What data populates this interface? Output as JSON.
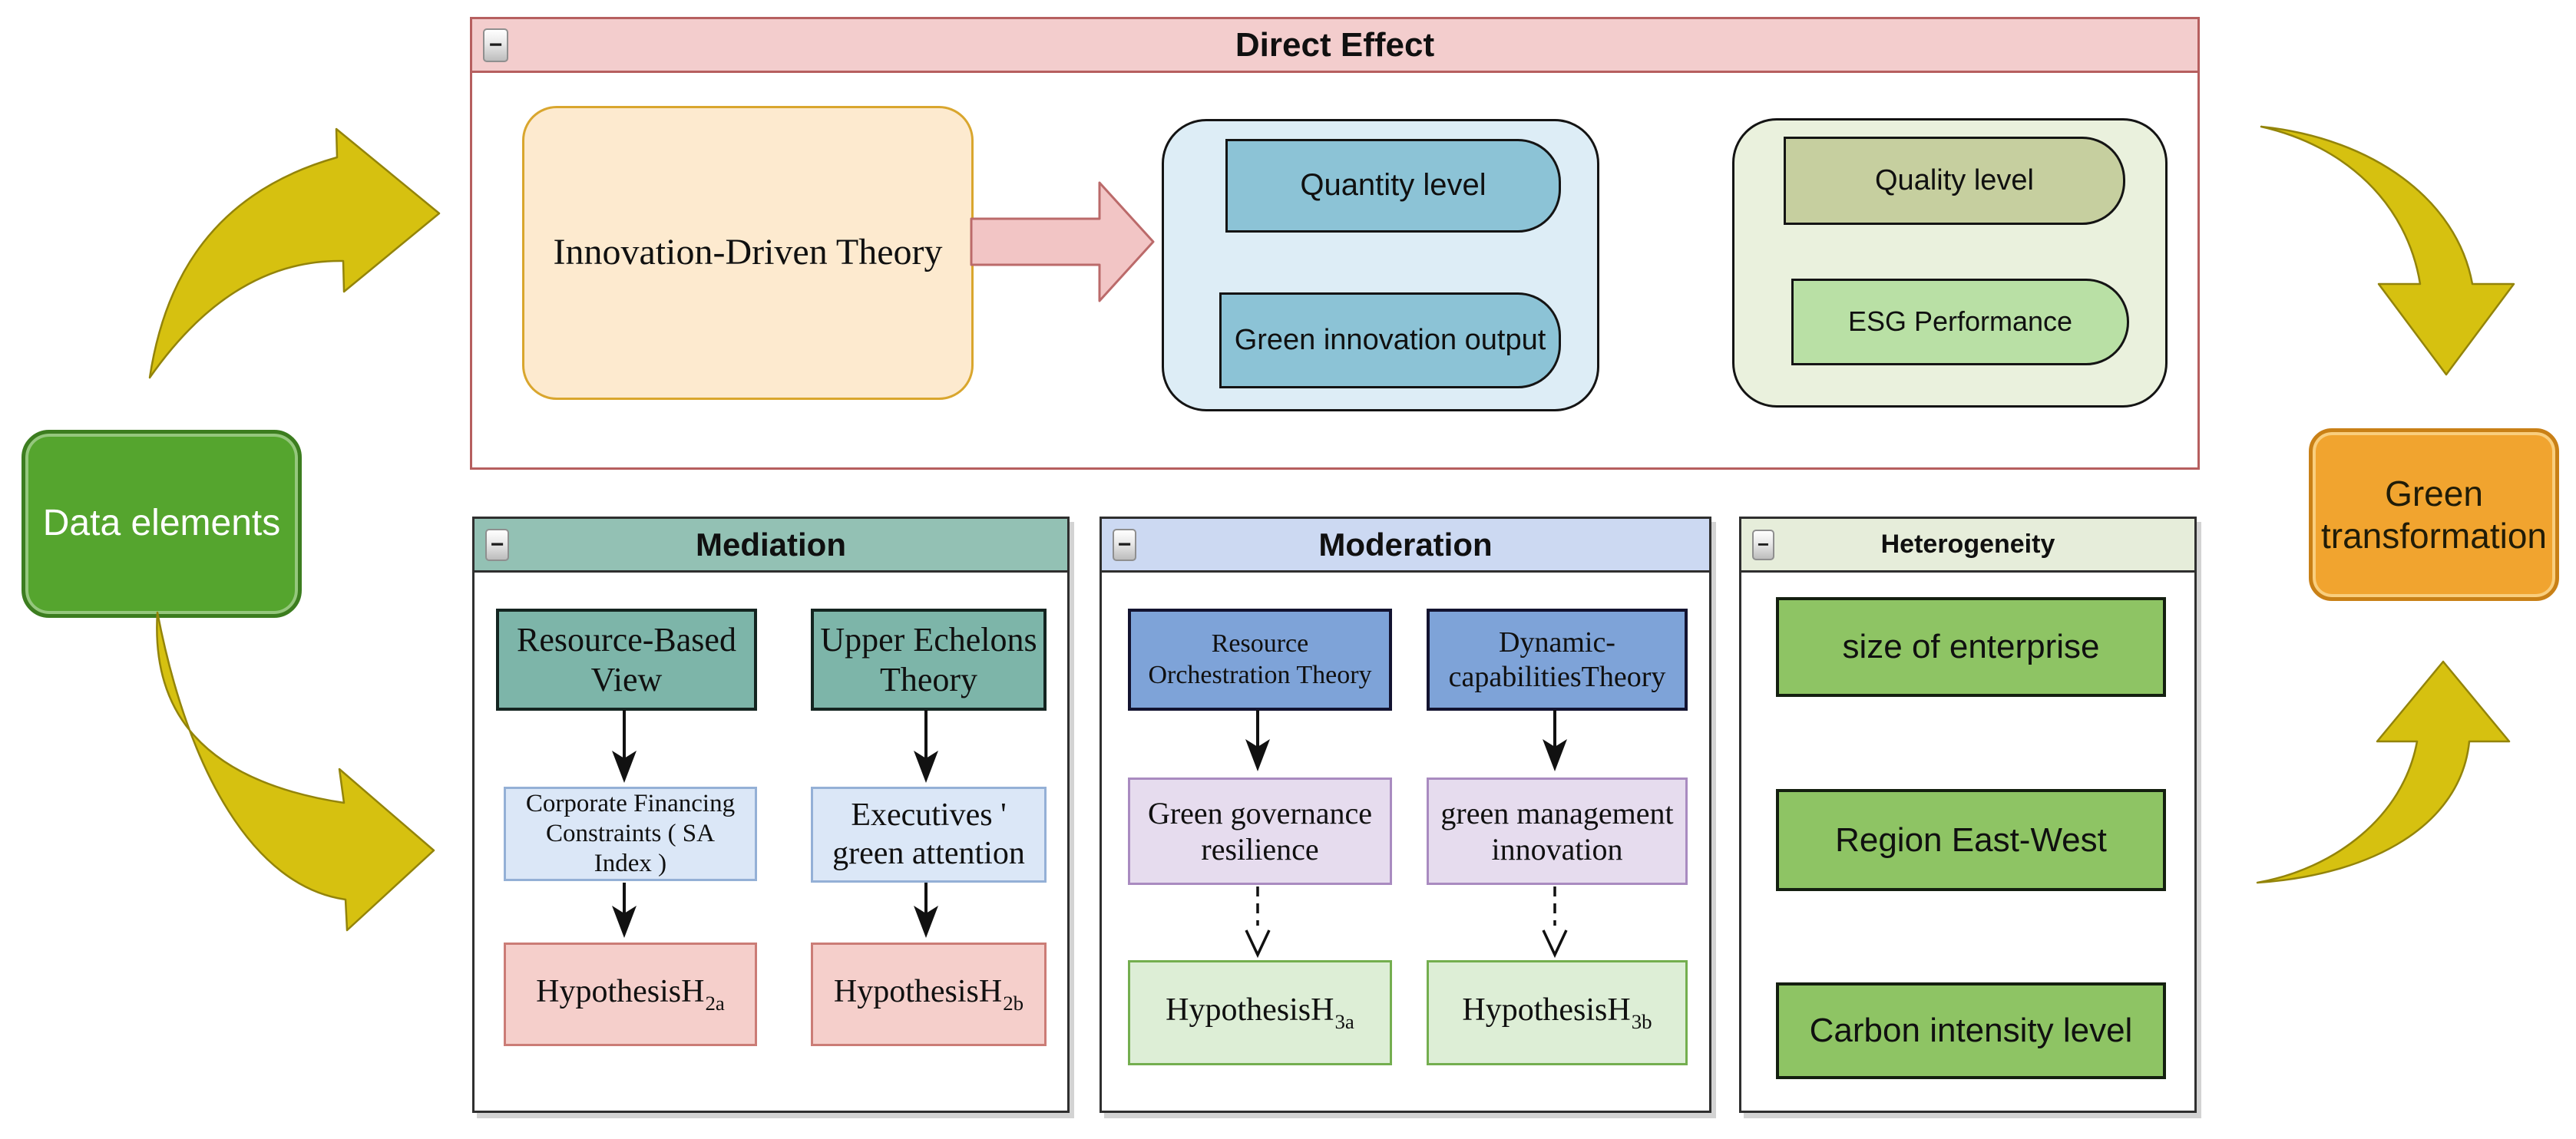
{
  "icons": {
    "collapse": "−"
  },
  "left": {
    "data_elements": "Data elements"
  },
  "right": {
    "green_transformation": "Green\ntransformation"
  },
  "direct_effect": {
    "title": "Direct Effect",
    "innovation_theory": "Innovation-Driven Theory",
    "quantity_group": {
      "quantity": "Quantity level",
      "green_output": "Green innovation output"
    },
    "quality_group": {
      "quality": "Quality level",
      "esg": "ESG Performance"
    }
  },
  "mediation": {
    "title": "Mediation",
    "col1": {
      "theory": "Resource-Based\nView",
      "mediator": "Corporate Financing\nConstraints ( SA\nIndex )",
      "hypothesis": {
        "main": "HypothesisH",
        "sub": "2a"
      }
    },
    "col2": {
      "theory": "Upper Echelons\nTheory",
      "mediator": "Executives '\ngreen attention",
      "hypothesis": {
        "main": "HypothesisH",
        "sub": "2b"
      }
    }
  },
  "moderation": {
    "title": "Moderation",
    "col1": {
      "theory": "Resource\nOrchestration Theory",
      "moderator": "Green governance\nresilience",
      "hypothesis": {
        "main": "HypothesisH",
        "sub": "3a"
      }
    },
    "col2": {
      "theory": "Dynamic-\ncapabilitiesTheory",
      "moderator": "green management\ninnovation",
      "hypothesis": {
        "main": "HypothesisH",
        "sub": "3b"
      }
    }
  },
  "heterogeneity": {
    "title": "Heterogeneity",
    "items": [
      "size of enterprise",
      "Region East-West",
      "Carbon intensity level"
    ]
  },
  "colors": {
    "yellow_arrow": "#d6c110",
    "yellow_arrow_border": "#93840a",
    "pink_arrow": "#f2c5c5",
    "pink_arrow_border": "#bb6a6a",
    "direct_header": "#f3cdcd",
    "direct_border": "#b65f5f",
    "peach_fill": "#fdeacf",
    "peach_border": "#d9a62e",
    "blue_container": "#ddedf6",
    "cyan_fill": "#8cc3d6",
    "green_container": "#eaf1dd",
    "olive_fill": "#c6cf9f",
    "esg_fill": "#b9e0a5",
    "mediation_header": "#93c1b4",
    "teal_fill": "#7db5a9",
    "lightblue_fill": "#dbe7f7",
    "lightblue_border": "#94b0d6",
    "rose_fill": "#f5cfcb",
    "rose_border": "#cb7c76",
    "moderation_header": "#ccd9f2",
    "blue_fill": "#7ea3d8",
    "lavender_fill": "#e6dcee",
    "lavender_border": "#a98bc0",
    "hgreen_fill": "#ddeed6",
    "hgreen_border": "#74ae4f",
    "heterogeneity_header": "#e6edda",
    "green_fill": "#8ec464",
    "data_elements_fill": "#55a52e",
    "data_elements_border": "#3c7d1f",
    "transformation_fill": "#f1a42f",
    "transformation_border": "#c98016",
    "panel_border": "#2f2f2f",
    "box_border": "#141414"
  }
}
